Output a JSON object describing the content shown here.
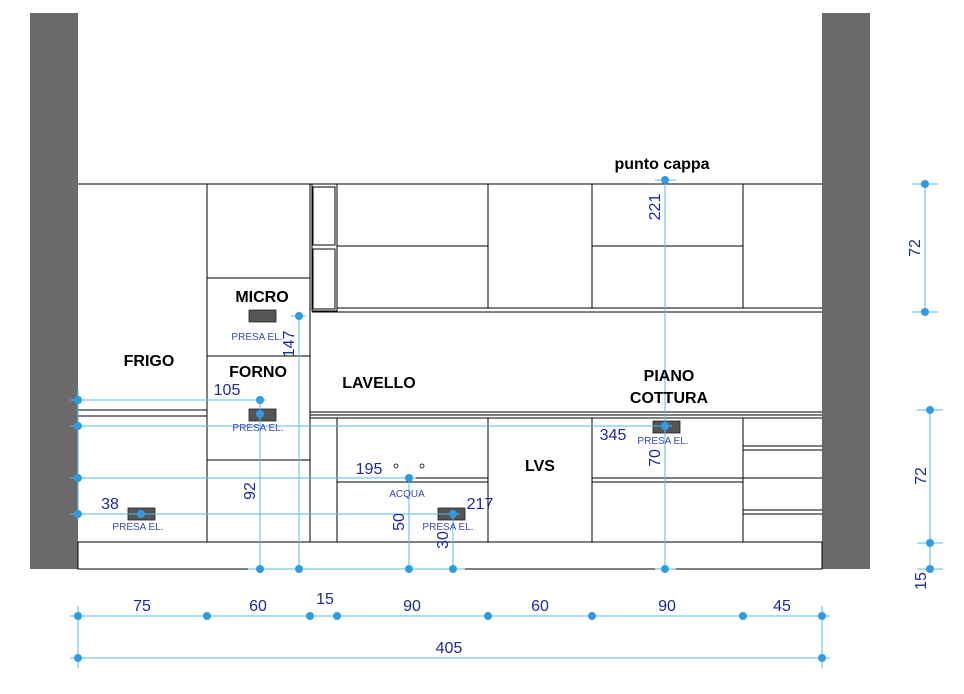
{
  "labels": {
    "frigo": "FRIGO",
    "micro": "MICRO",
    "forno": "FORNO",
    "lavello": "LAVELLO",
    "lvs": "LVS",
    "piano_line1": "PIANO",
    "piano_line2": "COTTURA",
    "punto_cappa": "punto cappa"
  },
  "sockets": {
    "micro": "PRESA EL.",
    "forno": "PRESA EL.",
    "frigo": "PRESA EL.",
    "lavello": "PRESA EL.",
    "piano": "PRESA EL.",
    "acqua": "ACQUA"
  },
  "dimensions": {
    "bottom_segments": [
      "75",
      "60",
      "15",
      "90",
      "60",
      "90",
      "45"
    ],
    "total": "405",
    "right_upper": "72",
    "right_lower": "72",
    "right_base": "15",
    "h_221": "221",
    "h_147": "147",
    "h_105": "105",
    "h_345": "345",
    "h_70": "70",
    "h_195": "195",
    "h_92": "92",
    "h_38": "38",
    "h_217": "217",
    "h_50": "50",
    "h_30": "30"
  },
  "colors": {
    "wall": "#6a6a6a",
    "dimension_line": "#55b8ea",
    "dimension_dot": "#2f9be0",
    "dimension_text": "#1a2a9c",
    "socket": "#555555"
  }
}
